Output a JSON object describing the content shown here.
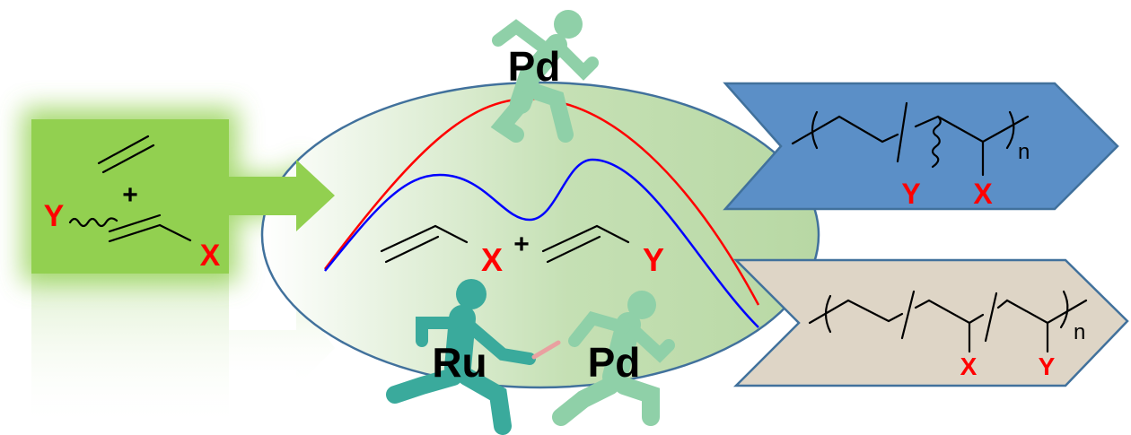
{
  "colors": {
    "monomer_box": "#92d050",
    "ellipse_fill": "#c5e0b4",
    "ellipse_stroke": "#41719c",
    "random_copolymer_fill": "#5b8fc7",
    "block_copolymer_fill": "#ded5c6",
    "red_curve": "#ff0000",
    "blue_curve": "#0000ff",
    "heteroatom_label": "#ff0000",
    "pd_figure": "#8fd0a8",
    "ru_figure": "#3aaa9c"
  },
  "monomers": {
    "plus": "+",
    "label_y": "Y",
    "label_x": "X"
  },
  "center": {
    "label_x": "X",
    "plus": "+",
    "label_y": "Y"
  },
  "catalysts": {
    "top": "Pd",
    "bottom_left": "Ru",
    "bottom_right": "Pd"
  },
  "products": {
    "random": {
      "label_y": "Y",
      "label_x": "X",
      "subscript": "n"
    },
    "block": {
      "label_x": "X",
      "label_y": "Y",
      "subscript": "n"
    }
  }
}
